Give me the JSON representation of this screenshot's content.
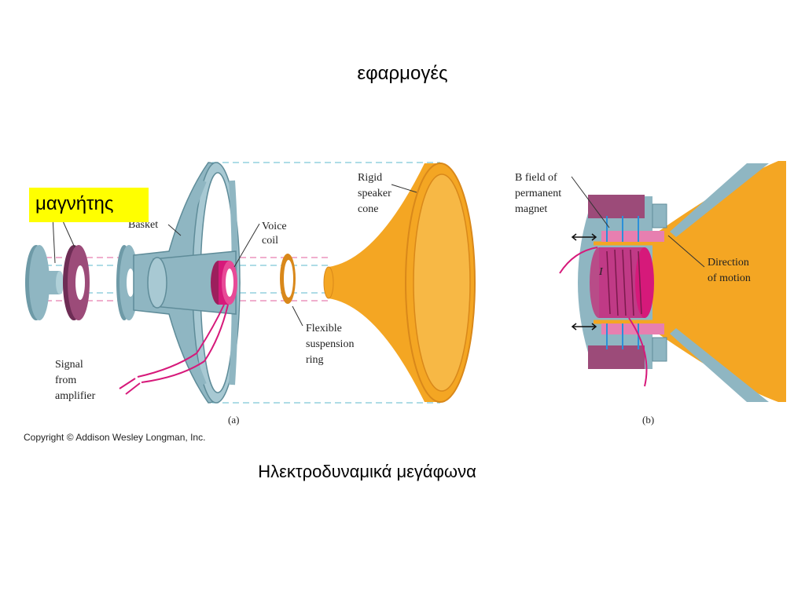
{
  "slide": {
    "title": "εφαρμογές",
    "highlight_label": "μαγνήτης",
    "caption": "Ηλεκτροδυναμικά μεγάφωνα",
    "copyright": "Copyright © Addison Wesley Longman, Inc."
  },
  "figure_a": {
    "basket": "Basket",
    "voice_coil_1": "Voice",
    "voice_coil_2": "coil",
    "cone_1": "Rigid",
    "cone_2": "speaker",
    "cone_3": "cone",
    "ring_1": "Flexible",
    "ring_2": "suspension",
    "ring_3": "ring",
    "signal_1": "Signal",
    "signal_2": "from",
    "signal_3": "amplifier",
    "panel": "(a)"
  },
  "figure_b": {
    "bfield_1": "B field of",
    "bfield_2": "permanent",
    "bfield_3": "magnet",
    "direction_1": "Direction",
    "direction_2": "of motion",
    "current": "I",
    "panel": "(b)"
  },
  "colors": {
    "steel": "#8fb6c2",
    "steel_dark": "#5f8c99",
    "magnet": "#9c4b79",
    "magnet_dark": "#6e2d55",
    "cone": "#f4a623",
    "cone_dark": "#d9881a",
    "coil": "#d6197a",
    "dashed_cyan": "#7ec8d8",
    "dashed_pink": "#e77fb0"
  }
}
